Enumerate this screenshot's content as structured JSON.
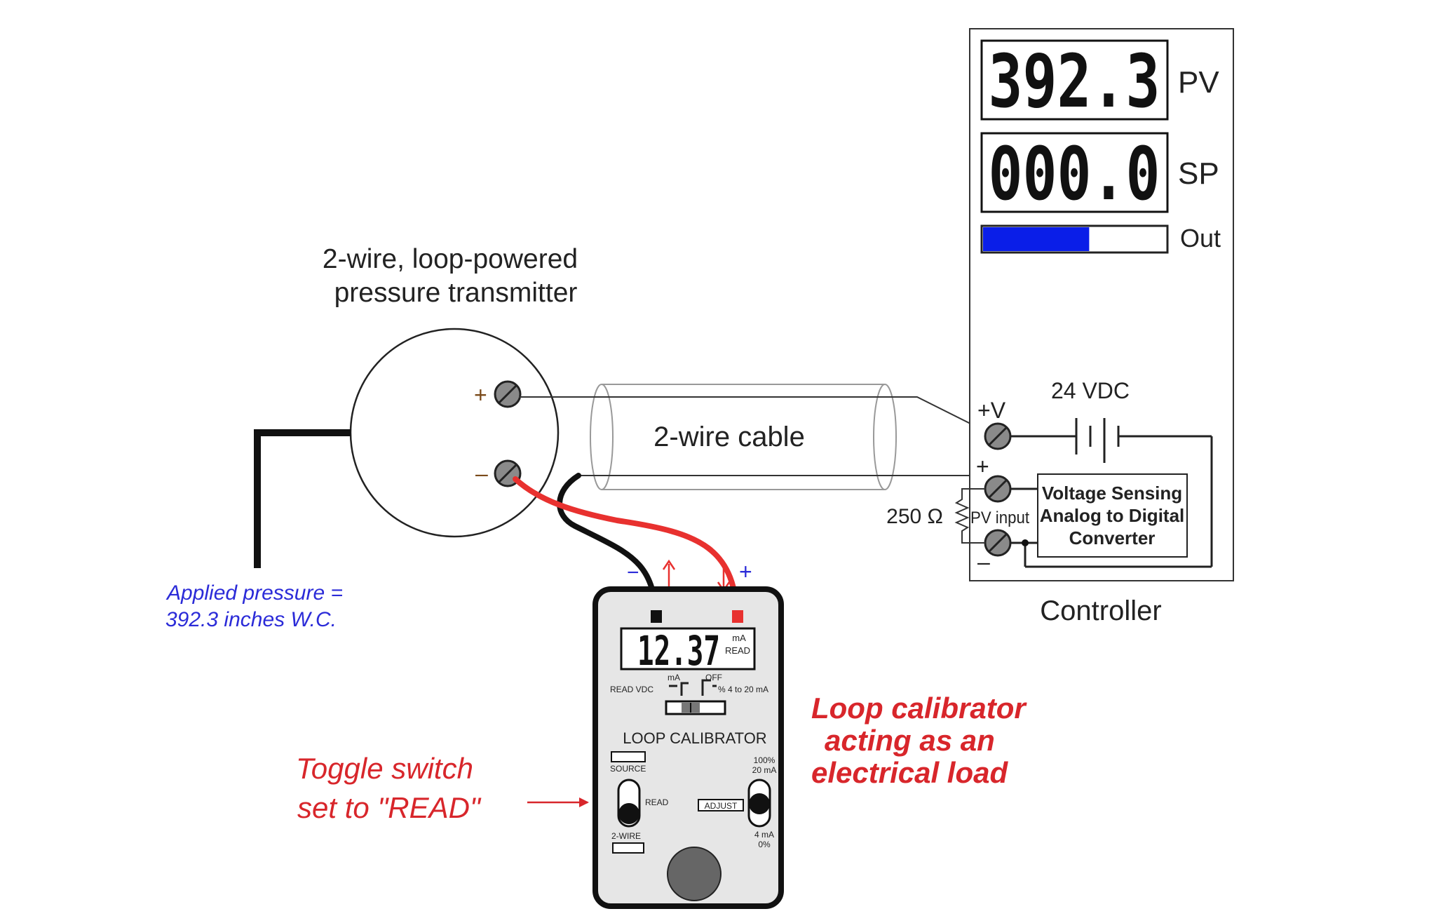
{
  "transmitter": {
    "title_line1": "2-wire, loop-powered",
    "title_line2": "pressure transmitter",
    "plus": "+",
    "minus": "–"
  },
  "pressure": {
    "line1": "Applied pressure =",
    "line2": "392.3 inches W.C."
  },
  "cable": {
    "label": "2-wire cable"
  },
  "controller": {
    "title": "Controller",
    "pv_value": "392.3",
    "pv_label": "PV",
    "sp_value": "000.0",
    "sp_label": "SP",
    "out_label": "Out",
    "out_fraction": 0.58,
    "supply_label": "24 VDC",
    "plus_v_label": "+V",
    "plus_label": "+",
    "minus_label": "–",
    "resistor_label": "250 Ω",
    "pv_input_label": "PV input",
    "adc_line1": "Voltage Sensing",
    "adc_line2": "Analog to Digital",
    "adc_line3": "Converter"
  },
  "calibrator": {
    "display_value": "12.37",
    "display_unit": "mA",
    "display_mode": "READ",
    "lead_minus": "−",
    "lead_plus": "+",
    "label_ma": "mA",
    "label_off": "OFF",
    "label_read_vdc": "READ VDC",
    "label_pct": "% 4 to 20 mA",
    "name": "LOOP CALIBRATOR",
    "label_source": "SOURCE",
    "label_read": "READ",
    "label_2wire": "2-WIRE",
    "label_100": "100%",
    "label_20ma": "20 mA",
    "label_adjust": "ADJUST",
    "label_4ma": "4 mA",
    "label_0": "0%"
  },
  "annotations": {
    "toggle_line1": "Toggle switch",
    "toggle_line2": "set to \"READ\"",
    "load_line1": "Loop calibrator",
    "load_line2": "acting as an",
    "load_line3": "electrical load"
  },
  "colors": {
    "red_wire": "#e8312f",
    "annotation_red": "#d8262b",
    "pressure_blue": "#2b2bd8",
    "bar_blue": "#0a1ee8",
    "calibrator_body": "#e6e6e6"
  }
}
